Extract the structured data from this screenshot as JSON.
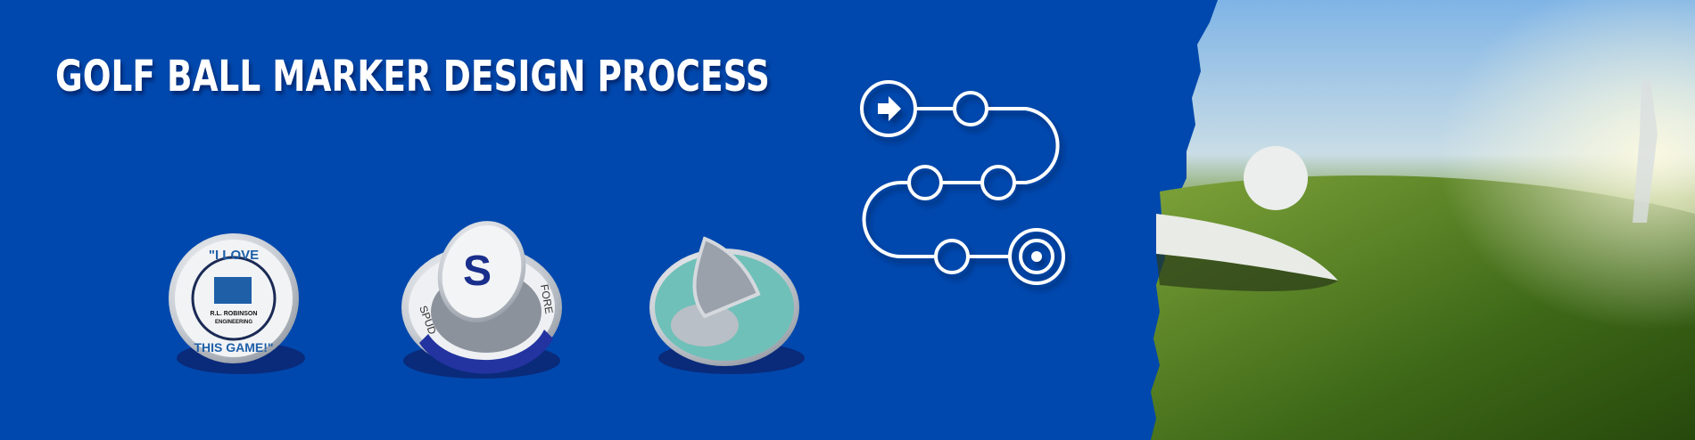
{
  "banner": {
    "title": "GOLF BALL MARKER DESIGN PROCESS"
  },
  "markers": [
    {
      "name": "i-love-this-game-marker",
      "top_text": "\"I LOVE",
      "bottom_text": "THIS GAME!\"",
      "logo_line1": "R.L. ROBINSON",
      "logo_line2": "ENGINEERING"
    },
    {
      "name": "spud-fore-hat-clip-marker",
      "left_text": "SPUD",
      "right_text": "FORE"
    },
    {
      "name": "teal-divot-tool-marker"
    }
  ],
  "colors": {
    "background": "#0048ad",
    "teal": "#6fc0b8",
    "navy": "#1a2f8c",
    "grass": "#4f7a1f"
  }
}
